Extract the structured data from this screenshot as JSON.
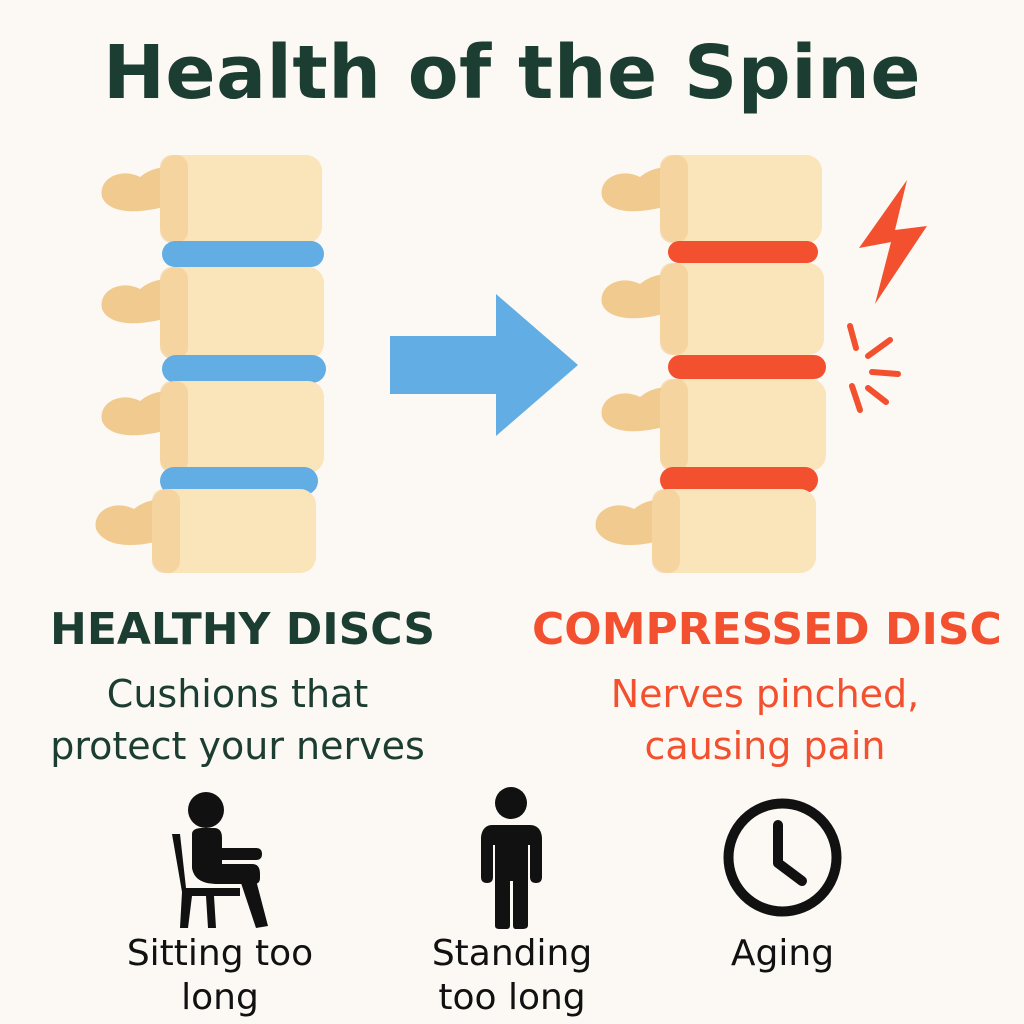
{
  "title": "Health of the Spine",
  "healthy": {
    "heading": "HEALTHY DISCS",
    "line1": "Cushions that",
    "line2": "protect your nerves"
  },
  "compressed": {
    "heading": "COMPRESSED DISC",
    "line1": "Nerves pinched,",
    "line2": "causing pain"
  },
  "causes": [
    {
      "label_line1": "Sitting too",
      "label_line2": "long",
      "icon": "sitting-person-icon"
    },
    {
      "label_line1": "Standing",
      "label_line2": "too long",
      "icon": "standing-person-icon"
    },
    {
      "label_line1": "Aging",
      "label_line2": "",
      "icon": "clock-icon"
    }
  ],
  "colors": {
    "title": "#1c3d31",
    "healthy_disc": "#62ade3",
    "compressed_disc": "#f2502e",
    "bone_body": "#fae4b9",
    "bone_process": "#f1ca8f",
    "arrow": "#62ade3"
  }
}
